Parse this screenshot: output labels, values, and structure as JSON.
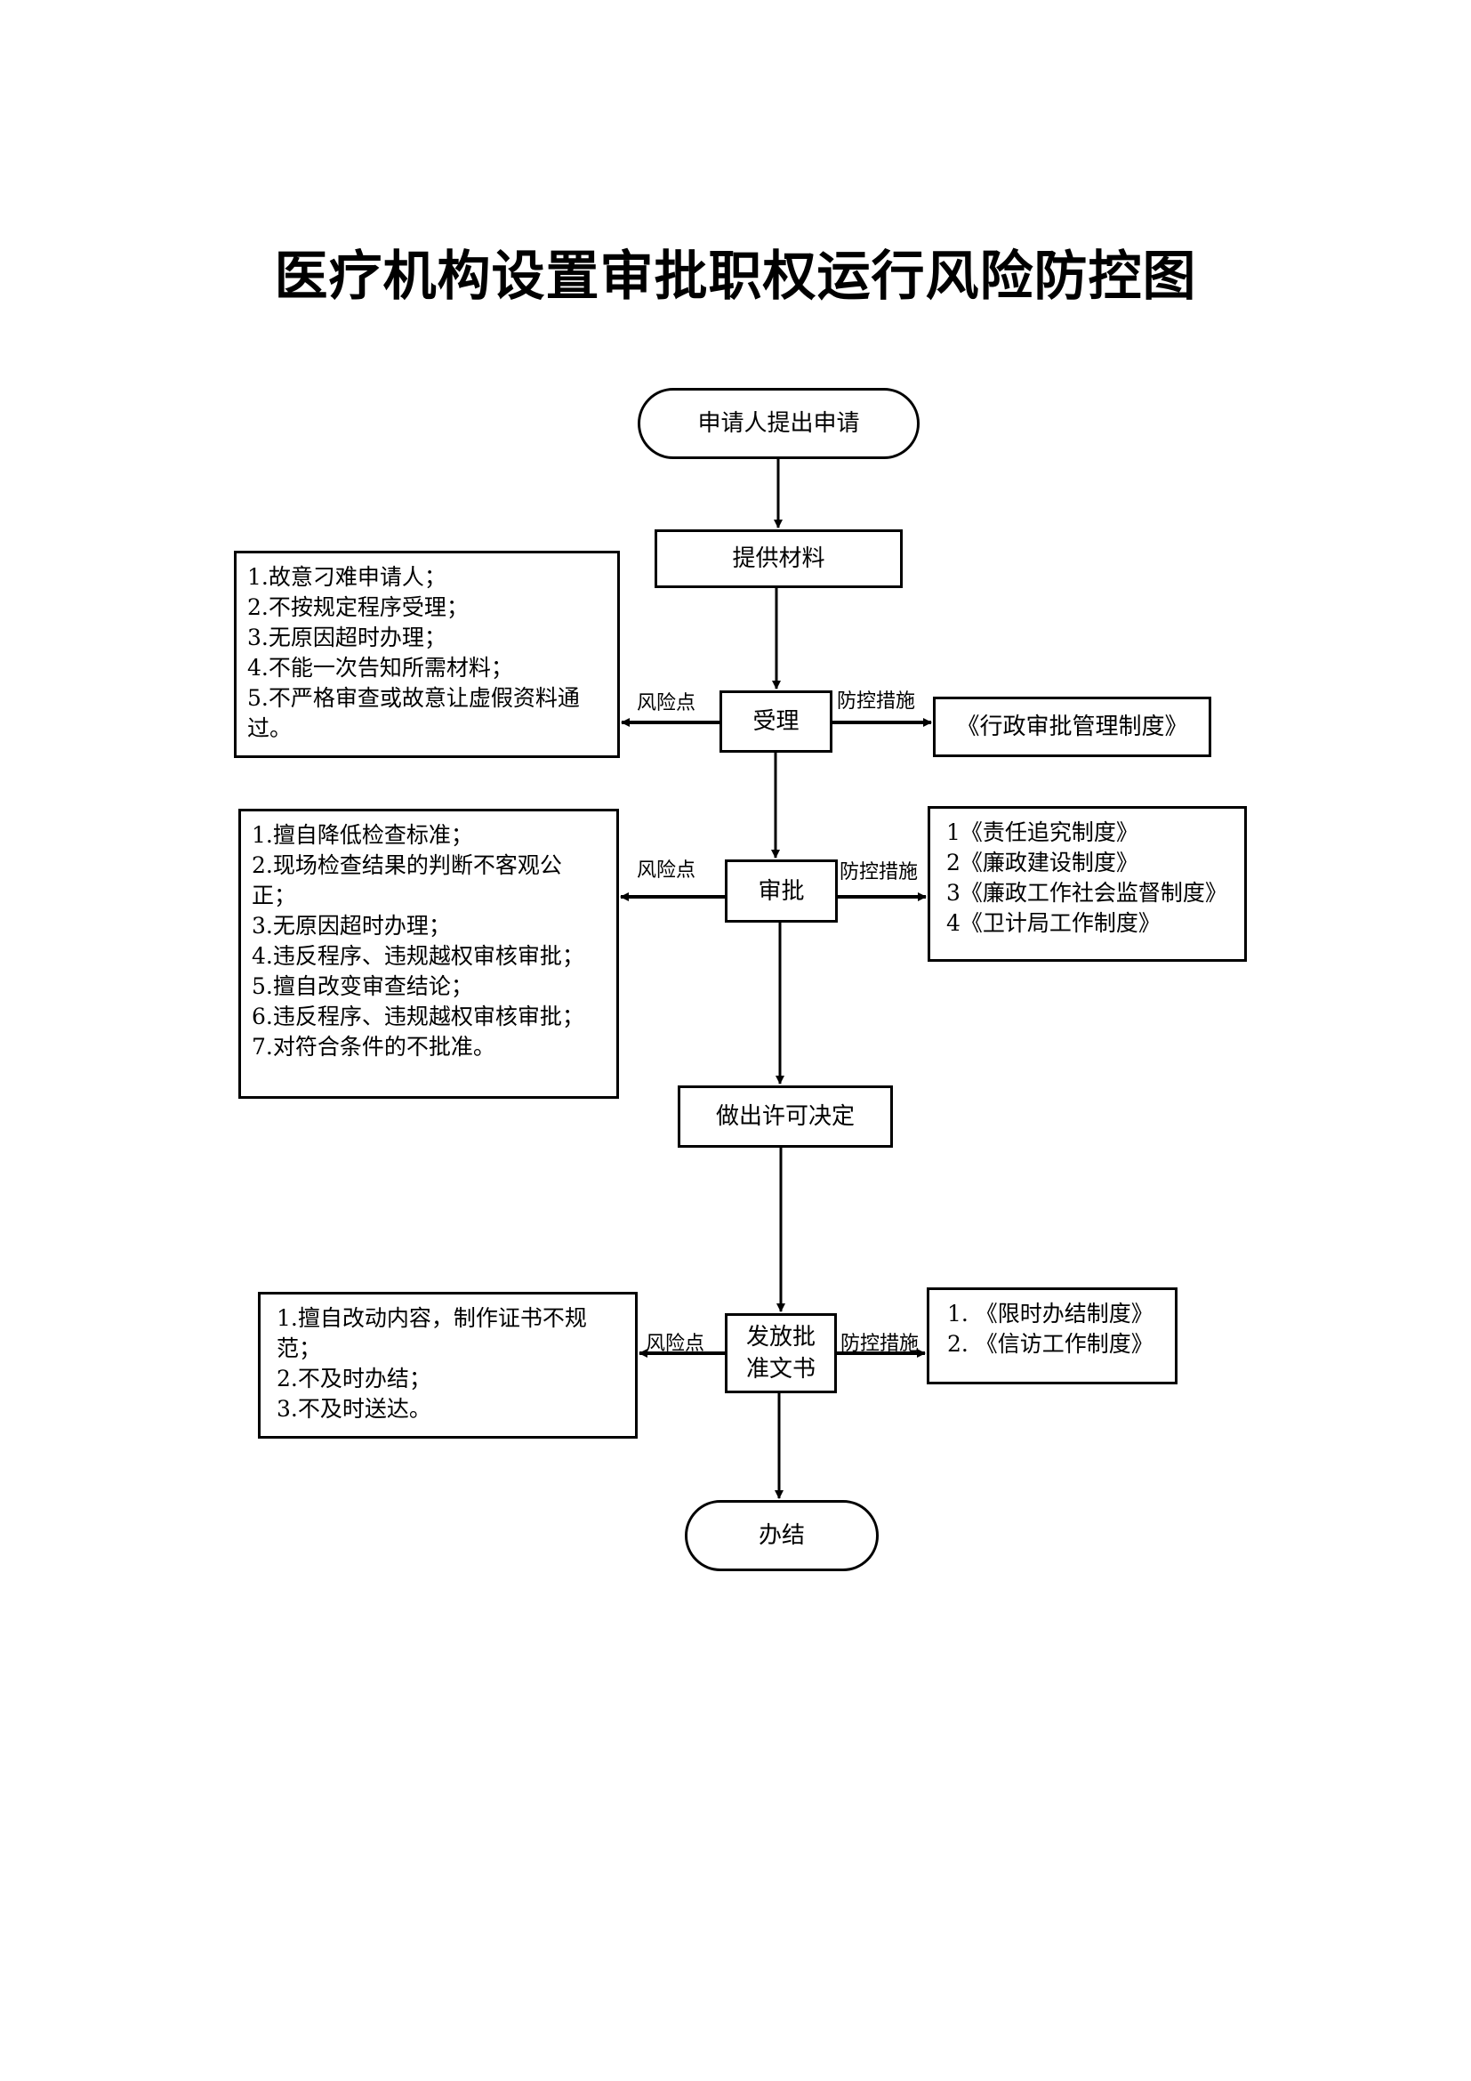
{
  "title": "医疗机构设置审批职权运行风险防控图",
  "labels": {
    "risk": "风险点",
    "control": "防控措施"
  },
  "flow": {
    "start": "申请人提出申请",
    "provide": "提供材料",
    "accept": "受理",
    "approve": "审批",
    "decide": "做出许可决定",
    "issue": "发放批准文书",
    "end": "办结"
  },
  "stages": {
    "accept": {
      "risks": [
        "1.故意刁难申请人；",
        "2.不按规定程序受理；",
        "3.无原因超时办理；",
        "4.不能一次告知所需材料；",
        "5.不严格审查或故意让虚假资料通过。"
      ],
      "controls": [
        "《行政审批管理制度》"
      ]
    },
    "approve": {
      "risks": [
        "1.擅自降低检查标准；",
        "2.现场检查结果的判断不客观公正；",
        "3.无原因超时办理；",
        "4.违反程序、违规越权审核审批；",
        "5.擅自改变审查结论；",
        "6.违反程序、违规越权审核审批；",
        "7.对符合条件的不批准。"
      ],
      "controls": [
        "1《责任追究制度》",
        "2《廉政建设制度》",
        "3《廉政工作社会监督制度》",
        "4《卫计局工作制度》"
      ]
    },
    "issue": {
      "risks": [
        "1.擅自改动内容，制作证书不规范；",
        "2.不及时办结；",
        "3.不及时送达。"
      ],
      "controls": [
        "1. 《限时办结制度》",
        "2. 《信访工作制度》"
      ]
    }
  }
}
